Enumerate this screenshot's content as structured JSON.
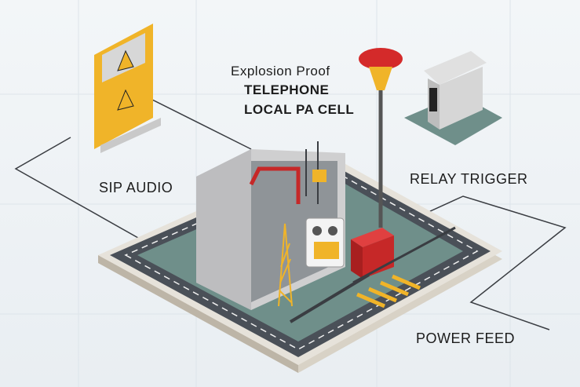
{
  "labels": {
    "explosion_proof": "Explosion Proof",
    "telephone": "TELEPHONE",
    "local_pa_cell": "LOCAL  PA CELL",
    "sip_audio": "SIP AUDIO",
    "relay_trigger": "RELAY TRIGGER",
    "power_feed": "POWER FEED"
  },
  "icons": [
    "warning-sign-icon",
    "horn-speaker-icon",
    "relay-housing-icon",
    "telephone-cabinet-icon",
    "lattice-tower-icon",
    "power-box-icon"
  ],
  "colors": {
    "accent_yellow": "#f0b429",
    "accent_red": "#d42a2a",
    "road": "#4a5058",
    "ground": "#6f8f8a",
    "cable": "#3a3d42"
  }
}
